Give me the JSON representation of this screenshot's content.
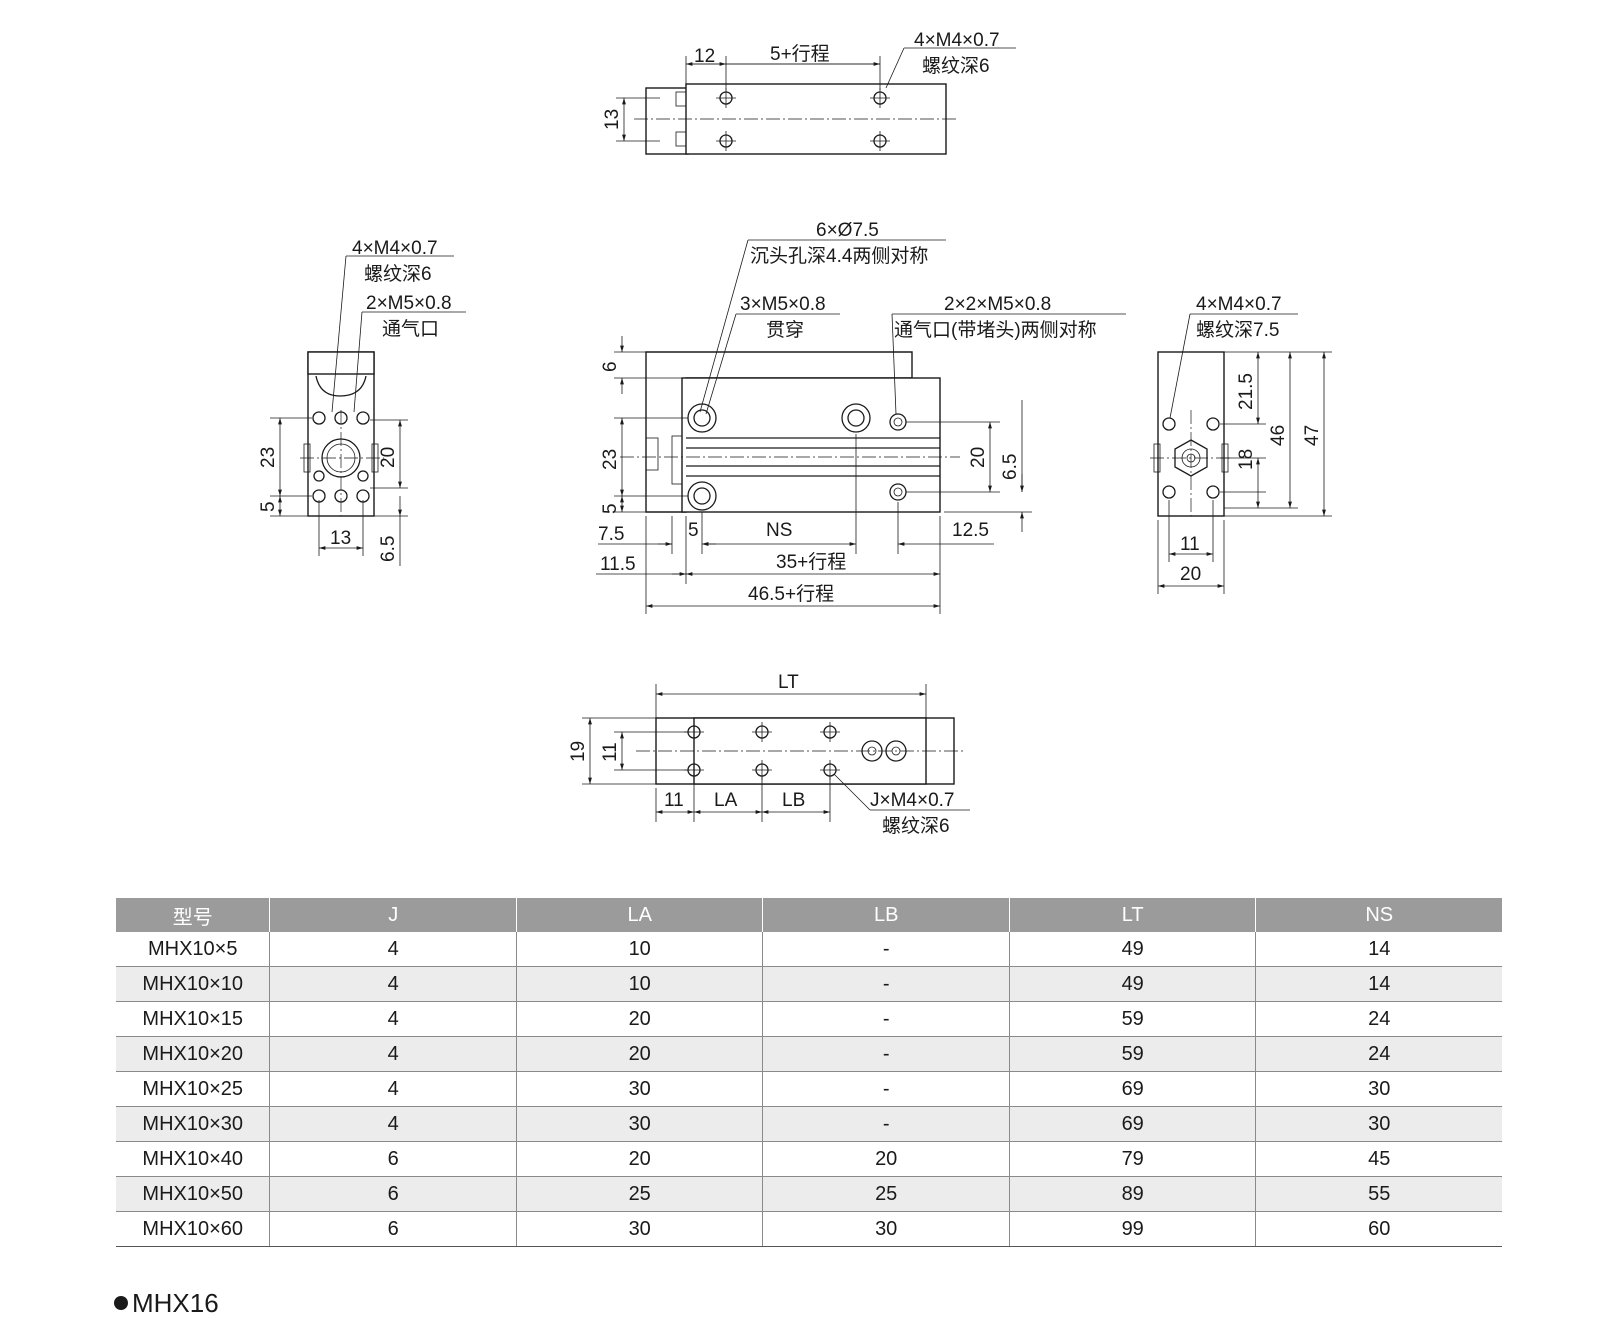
{
  "top_view": {
    "dim_12": "12",
    "dim_stroke": "5+行程",
    "dim_13": "13",
    "thread_line1": "4×M4×0.7",
    "thread_line2": "螺纹深6"
  },
  "left_view": {
    "thread_line1": "4×M4×0.7",
    "thread_line2": "螺纹深6",
    "port_line1": "2×M5×0.8",
    "port_line2": "通气口",
    "dim_23": "23",
    "dim_5": "5",
    "dim_20": "20",
    "dim_13": "13",
    "dim_6_5": "6.5"
  },
  "front_view": {
    "cbore_line1": "6×Ø7.5",
    "cbore_line2": "沉头孔深4.4两侧对称",
    "through_line1": "3×M5×0.8",
    "through_line2": "贯穿",
    "port_line1": "2×2×M5×0.8",
    "port_line2": "通气口(带堵头)两侧对称",
    "dim_6": "6",
    "dim_23": "23",
    "dim_5": "5",
    "dim_20": "20",
    "dim_6_5": "6.5",
    "dim_7_5": "7.5",
    "dim_5b": "5",
    "dim_ns": "NS",
    "dim_12_5": "12.5",
    "dim_11_5": "11.5",
    "dim_35": "35+行程",
    "dim_46_5": "46.5+行程"
  },
  "right_view": {
    "thread_line1": "4×M4×0.7",
    "thread_line2": "螺纹深7.5",
    "dim_21_5": "21.5",
    "dim_18": "18",
    "dim_46": "46",
    "dim_47": "47",
    "dim_11": "11",
    "dim_20": "20"
  },
  "bottom_view": {
    "dim_lt": "LT",
    "dim_19": "19",
    "dim_11v": "11",
    "dim_11h": "11",
    "dim_la": "LA",
    "dim_lb": "LB",
    "thread_line1": "J×M4×0.7",
    "thread_line2": "螺纹深6"
  },
  "spec_table": {
    "headers": [
      "型号",
      "J",
      "LA",
      "LB",
      "LT",
      "NS"
    ],
    "rows": [
      [
        "MHX10×5",
        "4",
        "10",
        "-",
        "49",
        "14"
      ],
      [
        "MHX10×10",
        "4",
        "10",
        "-",
        "49",
        "14"
      ],
      [
        "MHX10×15",
        "4",
        "20",
        "-",
        "59",
        "24"
      ],
      [
        "MHX10×20",
        "4",
        "20",
        "-",
        "59",
        "24"
      ],
      [
        "MHX10×25",
        "4",
        "30",
        "-",
        "69",
        "30"
      ],
      [
        "MHX10×30",
        "4",
        "30",
        "-",
        "69",
        "30"
      ],
      [
        "MHX10×40",
        "6",
        "20",
        "20",
        "79",
        "45"
      ],
      [
        "MHX10×50",
        "6",
        "25",
        "25",
        "89",
        "55"
      ],
      [
        "MHX10×60",
        "6",
        "30",
        "30",
        "99",
        "60"
      ]
    ]
  },
  "next_section": "MHX16"
}
